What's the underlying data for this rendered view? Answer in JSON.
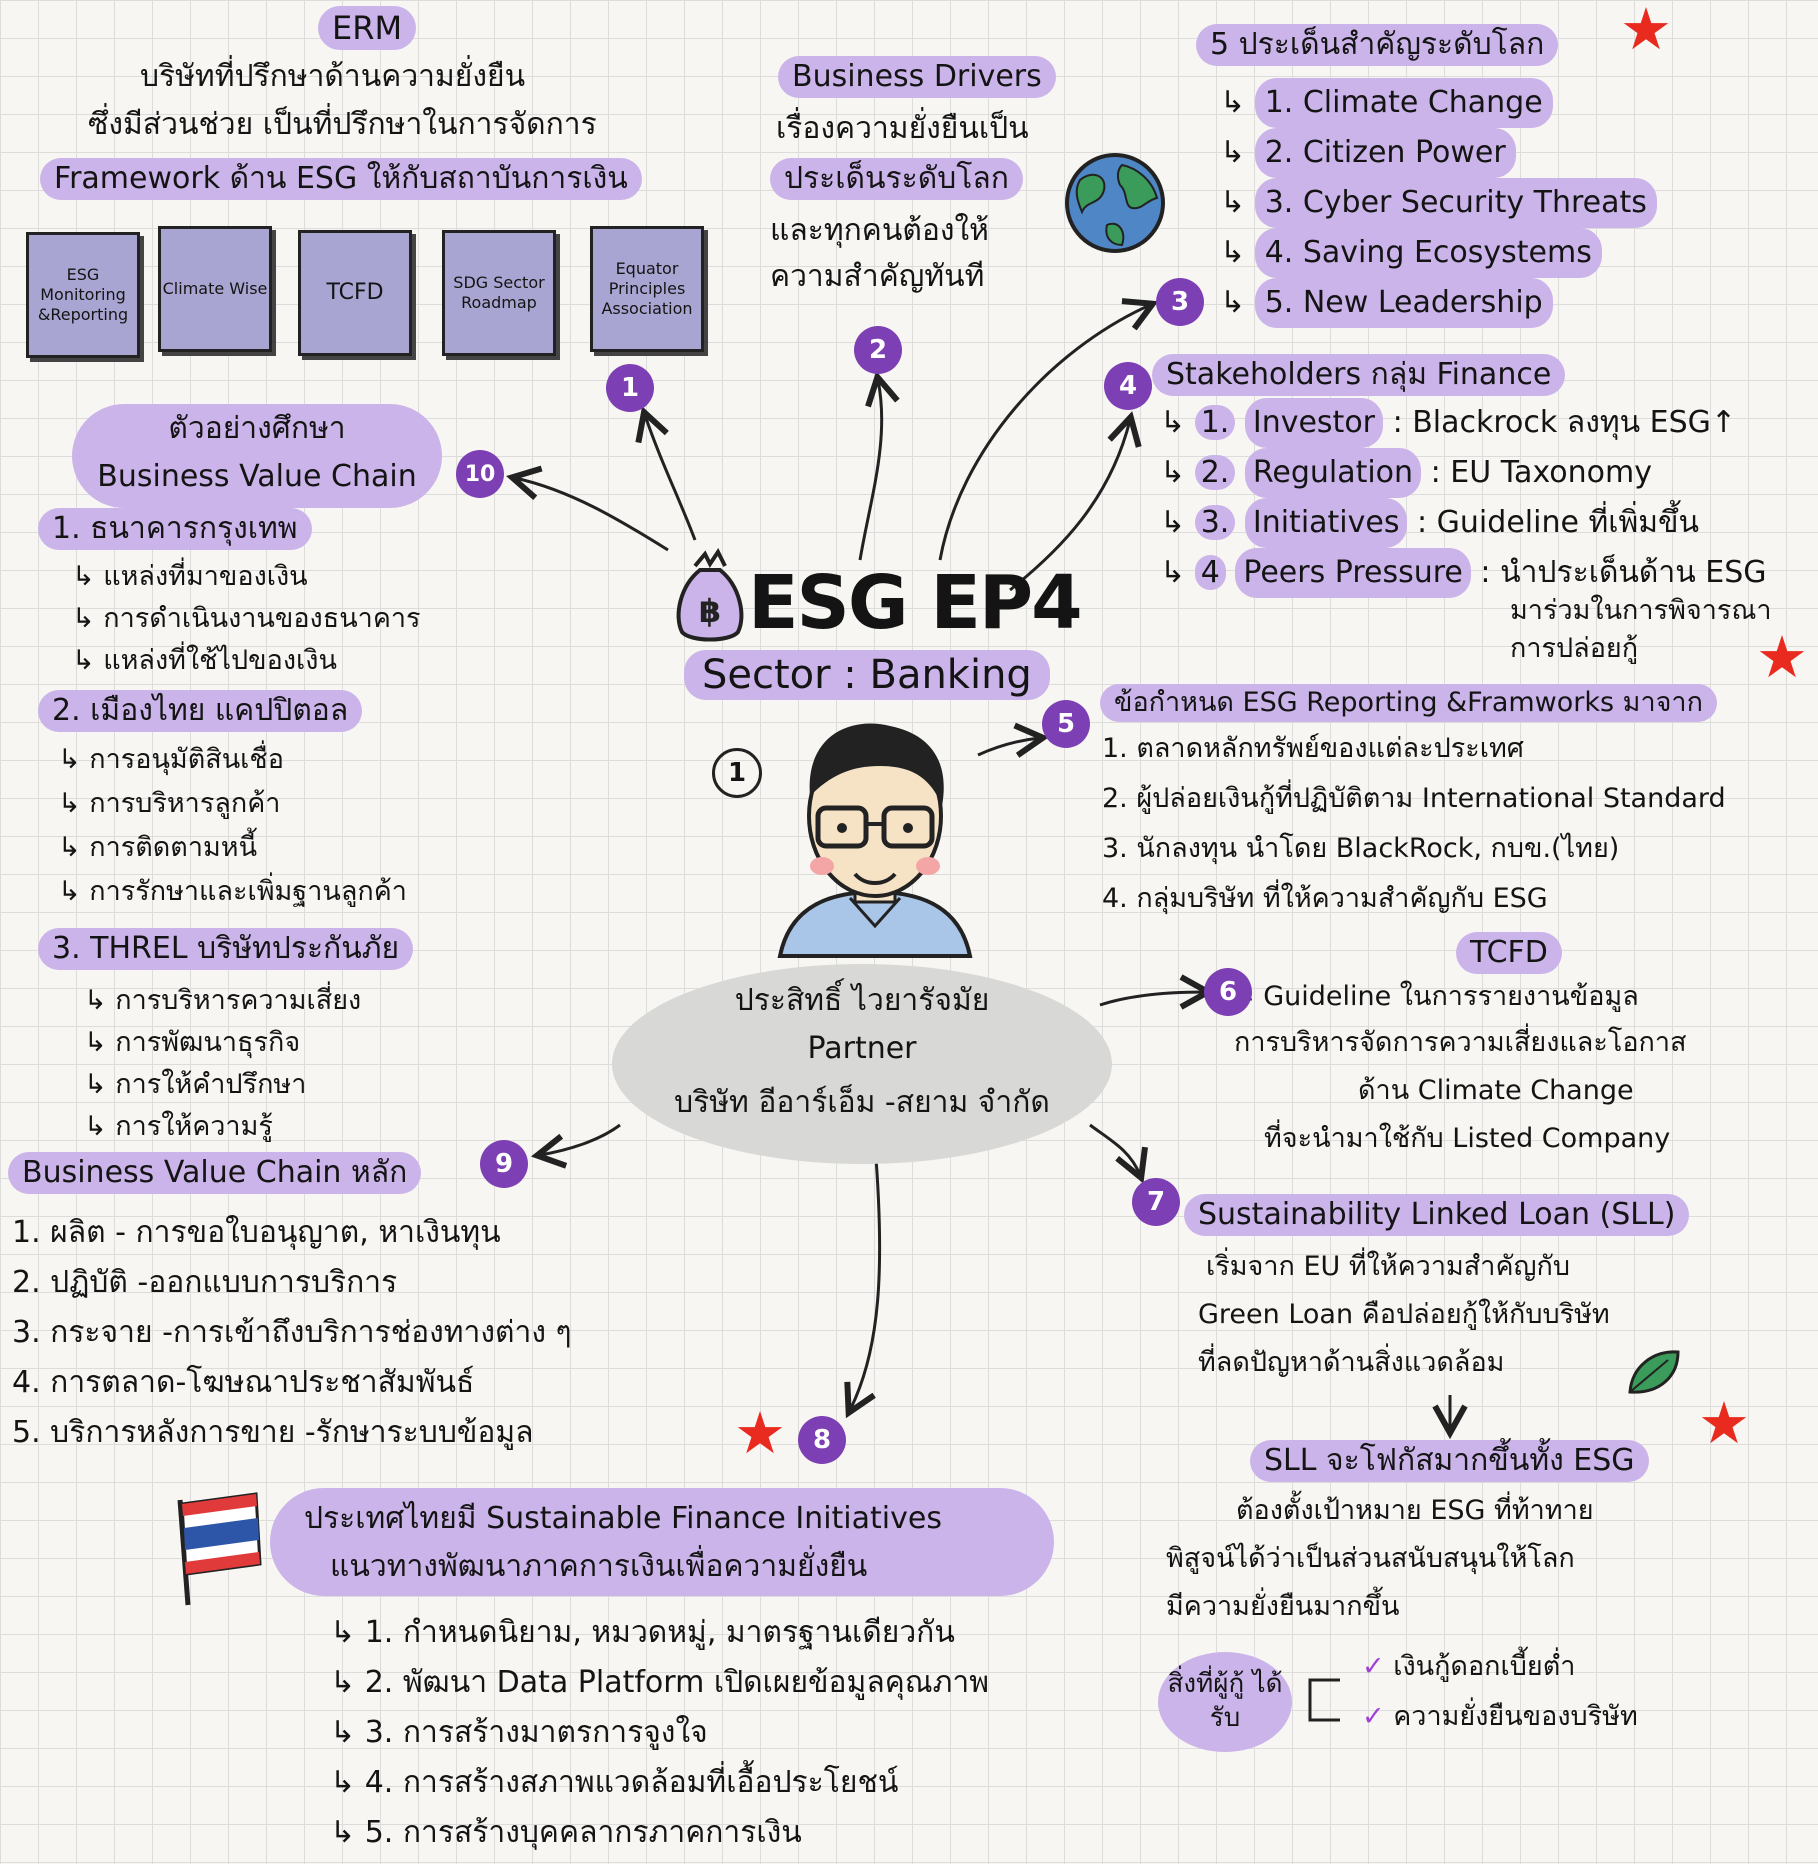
{
  "erm": {
    "title": "ERM",
    "desc1": "บริษัทที่ปรึกษาด้านความยั่งยืน",
    "desc2": "ซึ่งมีส่วนช่วย เป็นที่ปรึกษาในการจัดการ",
    "framework": "Framework ด้าน ESG ให้กับสถาบันการเงิน",
    "cards": [
      "ESG Monitoring &Reporting",
      "Climate Wise",
      "TCFD",
      "SDG Sector Roadmap",
      "Equator Principles Association"
    ]
  },
  "drivers": {
    "title": "Business Drivers",
    "l1": "เรื่องความยั่งยืนเป็น",
    "l2": "ประเด็นระดับโลก",
    "l3": "และทุกคนต้องให้",
    "l4": "ความสำคัญทันที"
  },
  "global5": {
    "title": "5 ประเด็นสำคัญระดับโลก",
    "items": [
      "1. Climate Change",
      "2. Citizen Power",
      "3. Cyber Security Threats",
      "4. Saving Ecosystems",
      "5. New Leadership"
    ]
  },
  "stake": {
    "title": "Stakeholders กลุ่ม Finance",
    "items": [
      {
        "n": "1.",
        "k": "Investor",
        "v": ": Blackrock ลงทุน ESG↑"
      },
      {
        "n": "2.",
        "k": "Regulation",
        "v": ": EU Taxonomy"
      },
      {
        "n": "3.",
        "k": "Initiatives",
        "v": ": Guideline ที่เพิ่มขึ้น"
      },
      {
        "n": "4",
        "k": "Peers Pressure",
        "v": ": นำประเด็นด้าน ESG"
      }
    ],
    "cont1": "มาร่วมในการพิจารณา",
    "cont2": "การปล่อยกู้"
  },
  "center": {
    "title": "ESG EP4",
    "sector": "Sector : Banking",
    "person_num": "1",
    "name": "ประสิทธิ์ ไวยารัจมัย",
    "role": "Partner",
    "company": "บริษัท อีอาร์เอ็ม -สยาม จำกัด"
  },
  "reporting": {
    "title": "ข้อกำหนด ESG Reporting &Framworks มาจาก",
    "items": [
      "1. ตลาดหลักทรัพย์ของแต่ละประเทศ",
      "2. ผู้ปล่อยเงินกู้ที่ปฏิบัติตาม International Standard",
      "3. นักลงทุน นำโดย BlackRock, กบข.(ไทย)",
      "4. กลุ่มบริษัท ที่ให้ความสำคัญกับ ESG"
    ]
  },
  "tcfd": {
    "label": "TCFD",
    "l1": "= Guideline ในการรายงานข้อมูล",
    "l2": "การบริหารจัดการความเสี่ยงและโอกาส",
    "l3": "ด้าน Climate Change",
    "l4": "ที่จะนำมาใช้กับ Listed Company"
  },
  "sll": {
    "title": "Sustainability Linked Loan (SLL)",
    "l1": "เริ่มจาก EU ที่ให้ความสำคัญกับ",
    "l2": "Green Loan คือปล่อยกู้ให้กับบริษัท",
    "l3": "ที่ลดปัญหาด้านสิ่งแวดล้อม",
    "focus": "SLL จะโฟกัสมากขึ้นทั้ง ESG",
    "f1": "ต้องตั้งเป้าหมาย ESG ที่ท้าทาย",
    "f2": "พิสูจน์ได้ว่าเป็นส่วนสนับสนุนให้โลก",
    "f3": "มีความยั่งยืนมากขึ้น",
    "gets_label": "สิ่งที่ผู้กู้ ได้รับ",
    "gets": [
      "เงินกู้ดอกเบี้ยต่ำ",
      "ความยั่งยืนของบริษัท"
    ]
  },
  "thai": {
    "title1": "ประเทศไทยมี Sustainable Finance Initiatives",
    "title2": "แนวทางพัฒนาภาคการเงินเพื่อความยั่งยืน",
    "items": [
      "1. กำหนดนิยาม, หมวดหมู่, มาตรฐานเดียวกัน",
      "2. พัฒนา Data Platform เปิดเผยข้อมูลคุณภาพ",
      "3. การสร้างมาตรการจูงใจ",
      "4. การสร้างสภาพแวดล้อมที่เอื้อประโยชน์",
      "5. การสร้างบุคคลากรภาคการเงิน"
    ]
  },
  "bvc_main": {
    "title": "Business Value Chain หลัก",
    "items": [
      "1. ผลิต - การขอใบอนุญาต, หาเงินทุน",
      "2. ปฏิบัติ -ออกแบบการบริการ",
      "3. กระจาย -การเข้าถึงบริการช่องทางต่าง ๆ",
      "4. การตลาด-โฆษณาประชาสัมพันธ์",
      "5. บริการหลังการขาย -รักษาระบบข้อมูล"
    ]
  },
  "cases": {
    "title1": "ตัวอย่างศึกษา",
    "title2": "Business Value Chain",
    "c1": "1. ธนาคารกรุงเทพ",
    "c1_items": [
      "แหล่งที่มาของเงิน",
      "การดำเนินงานของธนาคาร",
      "แหล่งที่ใช้ไปของเงิน"
    ],
    "c2": "2. เมืองไทย แคปปิตอล",
    "c2_items": [
      "การอนุมัติสินเชื่อ",
      "การบริหารลูกค้า",
      "การติดตามหนี้",
      "การรักษาและเพิ่มฐานลูกค้า"
    ],
    "c3": "3. THREL บริษัทประกันภัย",
    "c3_items": [
      "การบริหารความเสี่ยง",
      "การพัฒนาธุรกิจ",
      "การให้คำปรึกษา",
      "การให้ความรู้"
    ]
  },
  "nums": [
    "1",
    "2",
    "3",
    "4",
    "5",
    "6",
    "7",
    "8",
    "9",
    "10"
  ],
  "colors": {
    "accent": "#7d3fb4",
    "highlight": "#cbb4ea",
    "card": "#a9a5d2",
    "star": "#e82a1f"
  }
}
